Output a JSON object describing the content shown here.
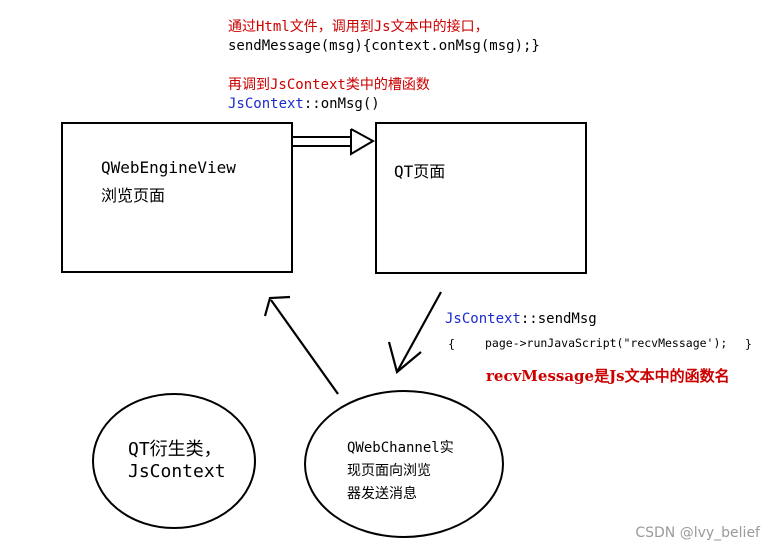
{
  "annotations": {
    "top_line1": "通过Html文件，调用到Js文本中的接口，",
    "top_line2": "sendMessage(msg){context.onMsg(msg);}",
    "mid_line1": "再调到JsContext类中的槽函数",
    "mid_line2_a": "JsContext",
    "mid_line2_b": "::onMsg()",
    "send_a": "JsContext",
    "send_b": "::sendMsg",
    "code_brace_open": "{",
    "code_line": "page->runJavaScript(\"recvMessage');",
    "code_brace_close": "}",
    "recv_note": "recvMessage是Js文本中的函数名"
  },
  "nodes": {
    "webengine_line1": "QWebEngineView",
    "webengine_line2": "浏览页面",
    "qt_page": "QT页面",
    "derived_line1": "QT衍生类，",
    "derived_line2": "JsContext",
    "channel_line1": "QWebChannel实",
    "channel_line2": "现页面向浏览",
    "channel_line3": "器发送消息"
  },
  "watermark": "CSDN @lvy_belief",
  "colors": {
    "red": "#cc0000",
    "blue": "#1a2ad0",
    "line": "#000000",
    "watermark": "#9a9a9a"
  }
}
